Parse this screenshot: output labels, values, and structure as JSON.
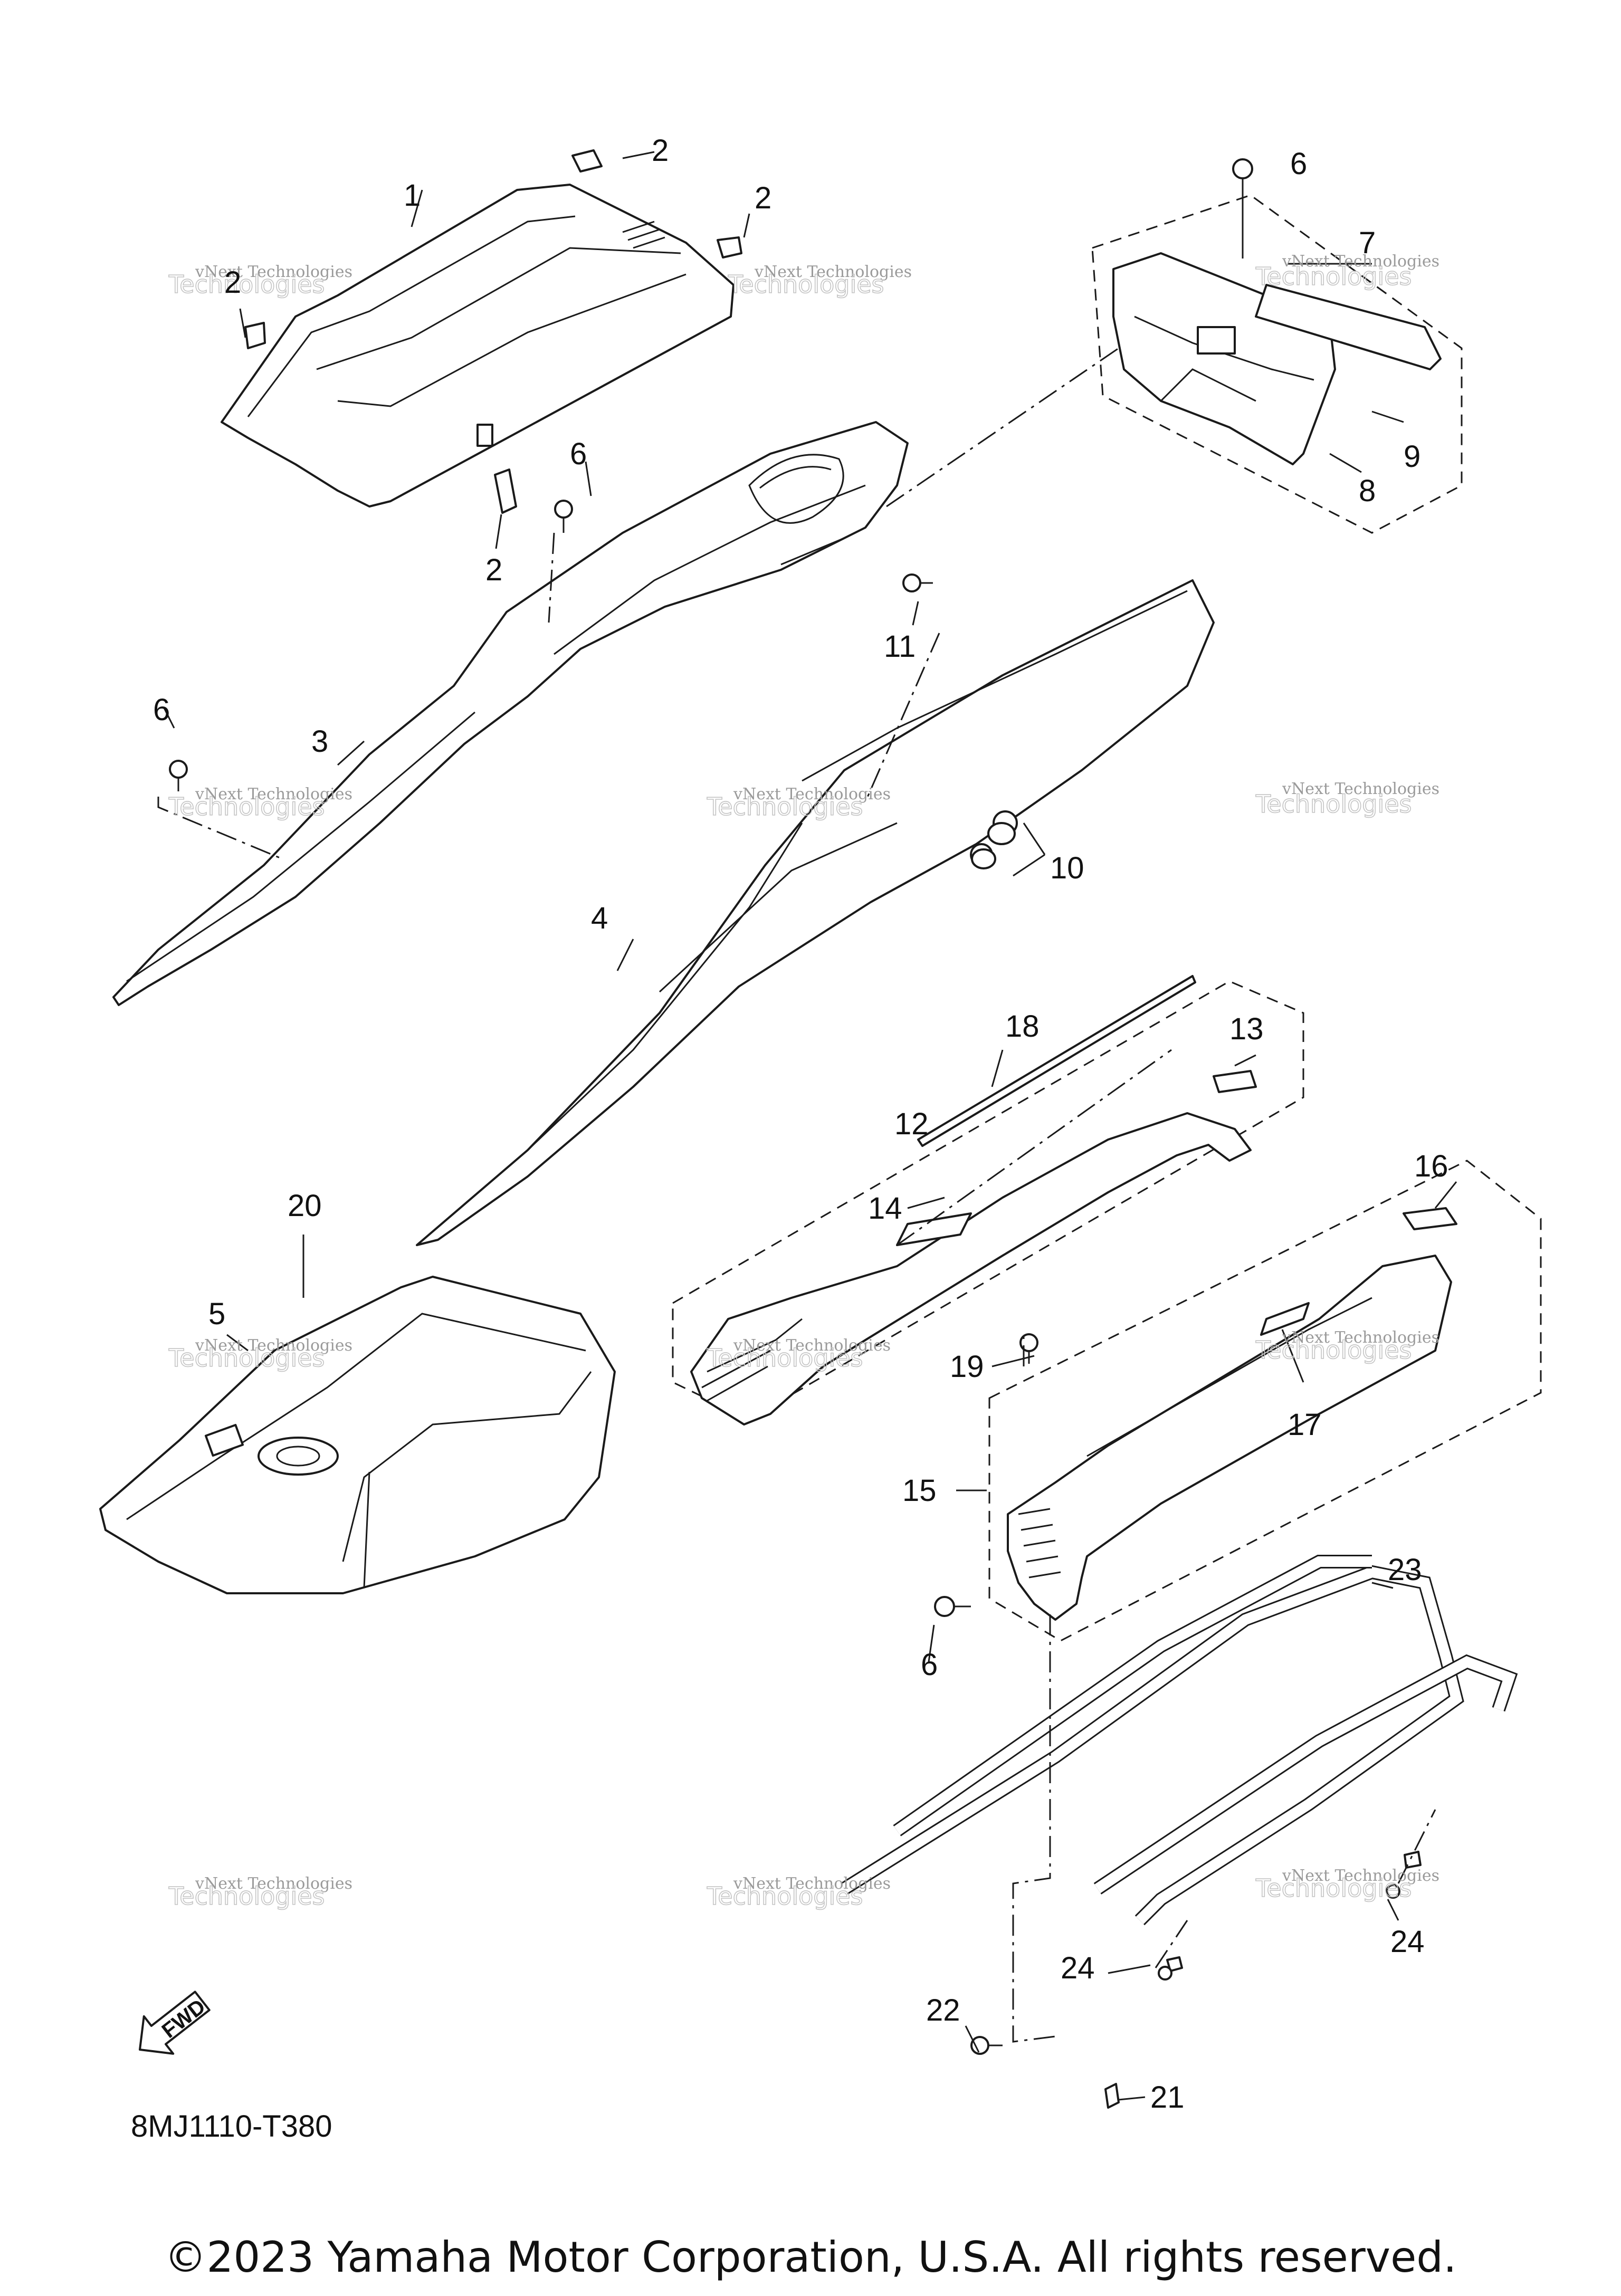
{
  "callouts": {
    "c1": "1",
    "c2a": "2",
    "c2b": "2",
    "c2c": "2",
    "c2d": "2",
    "c3": "3",
    "c4": "4",
    "c5": "5",
    "c6a": "6",
    "c6b": "6",
    "c6c": "6",
    "c6d": "6",
    "c7": "7",
    "c8": "8",
    "c9": "9",
    "c10": "10",
    "c11": "11",
    "c12": "12",
    "c13": "13",
    "c14": "14",
    "c15": "15",
    "c16": "16",
    "c17": "17",
    "c18": "18",
    "c19": "19",
    "c20": "20",
    "c21": "21",
    "c22": "22",
    "c23": "23",
    "c24a": "24",
    "c24b": "24"
  },
  "watermark": {
    "line1": "vNext Technologies",
    "line2": "Technologies",
    "line2b": "vNext"
  },
  "fwd_label": "FWD",
  "diagram_code": "8MJ1110-T380",
  "copyright": "©2023 Yamaha Motor Corporation, U.S.A. All rights reserved."
}
